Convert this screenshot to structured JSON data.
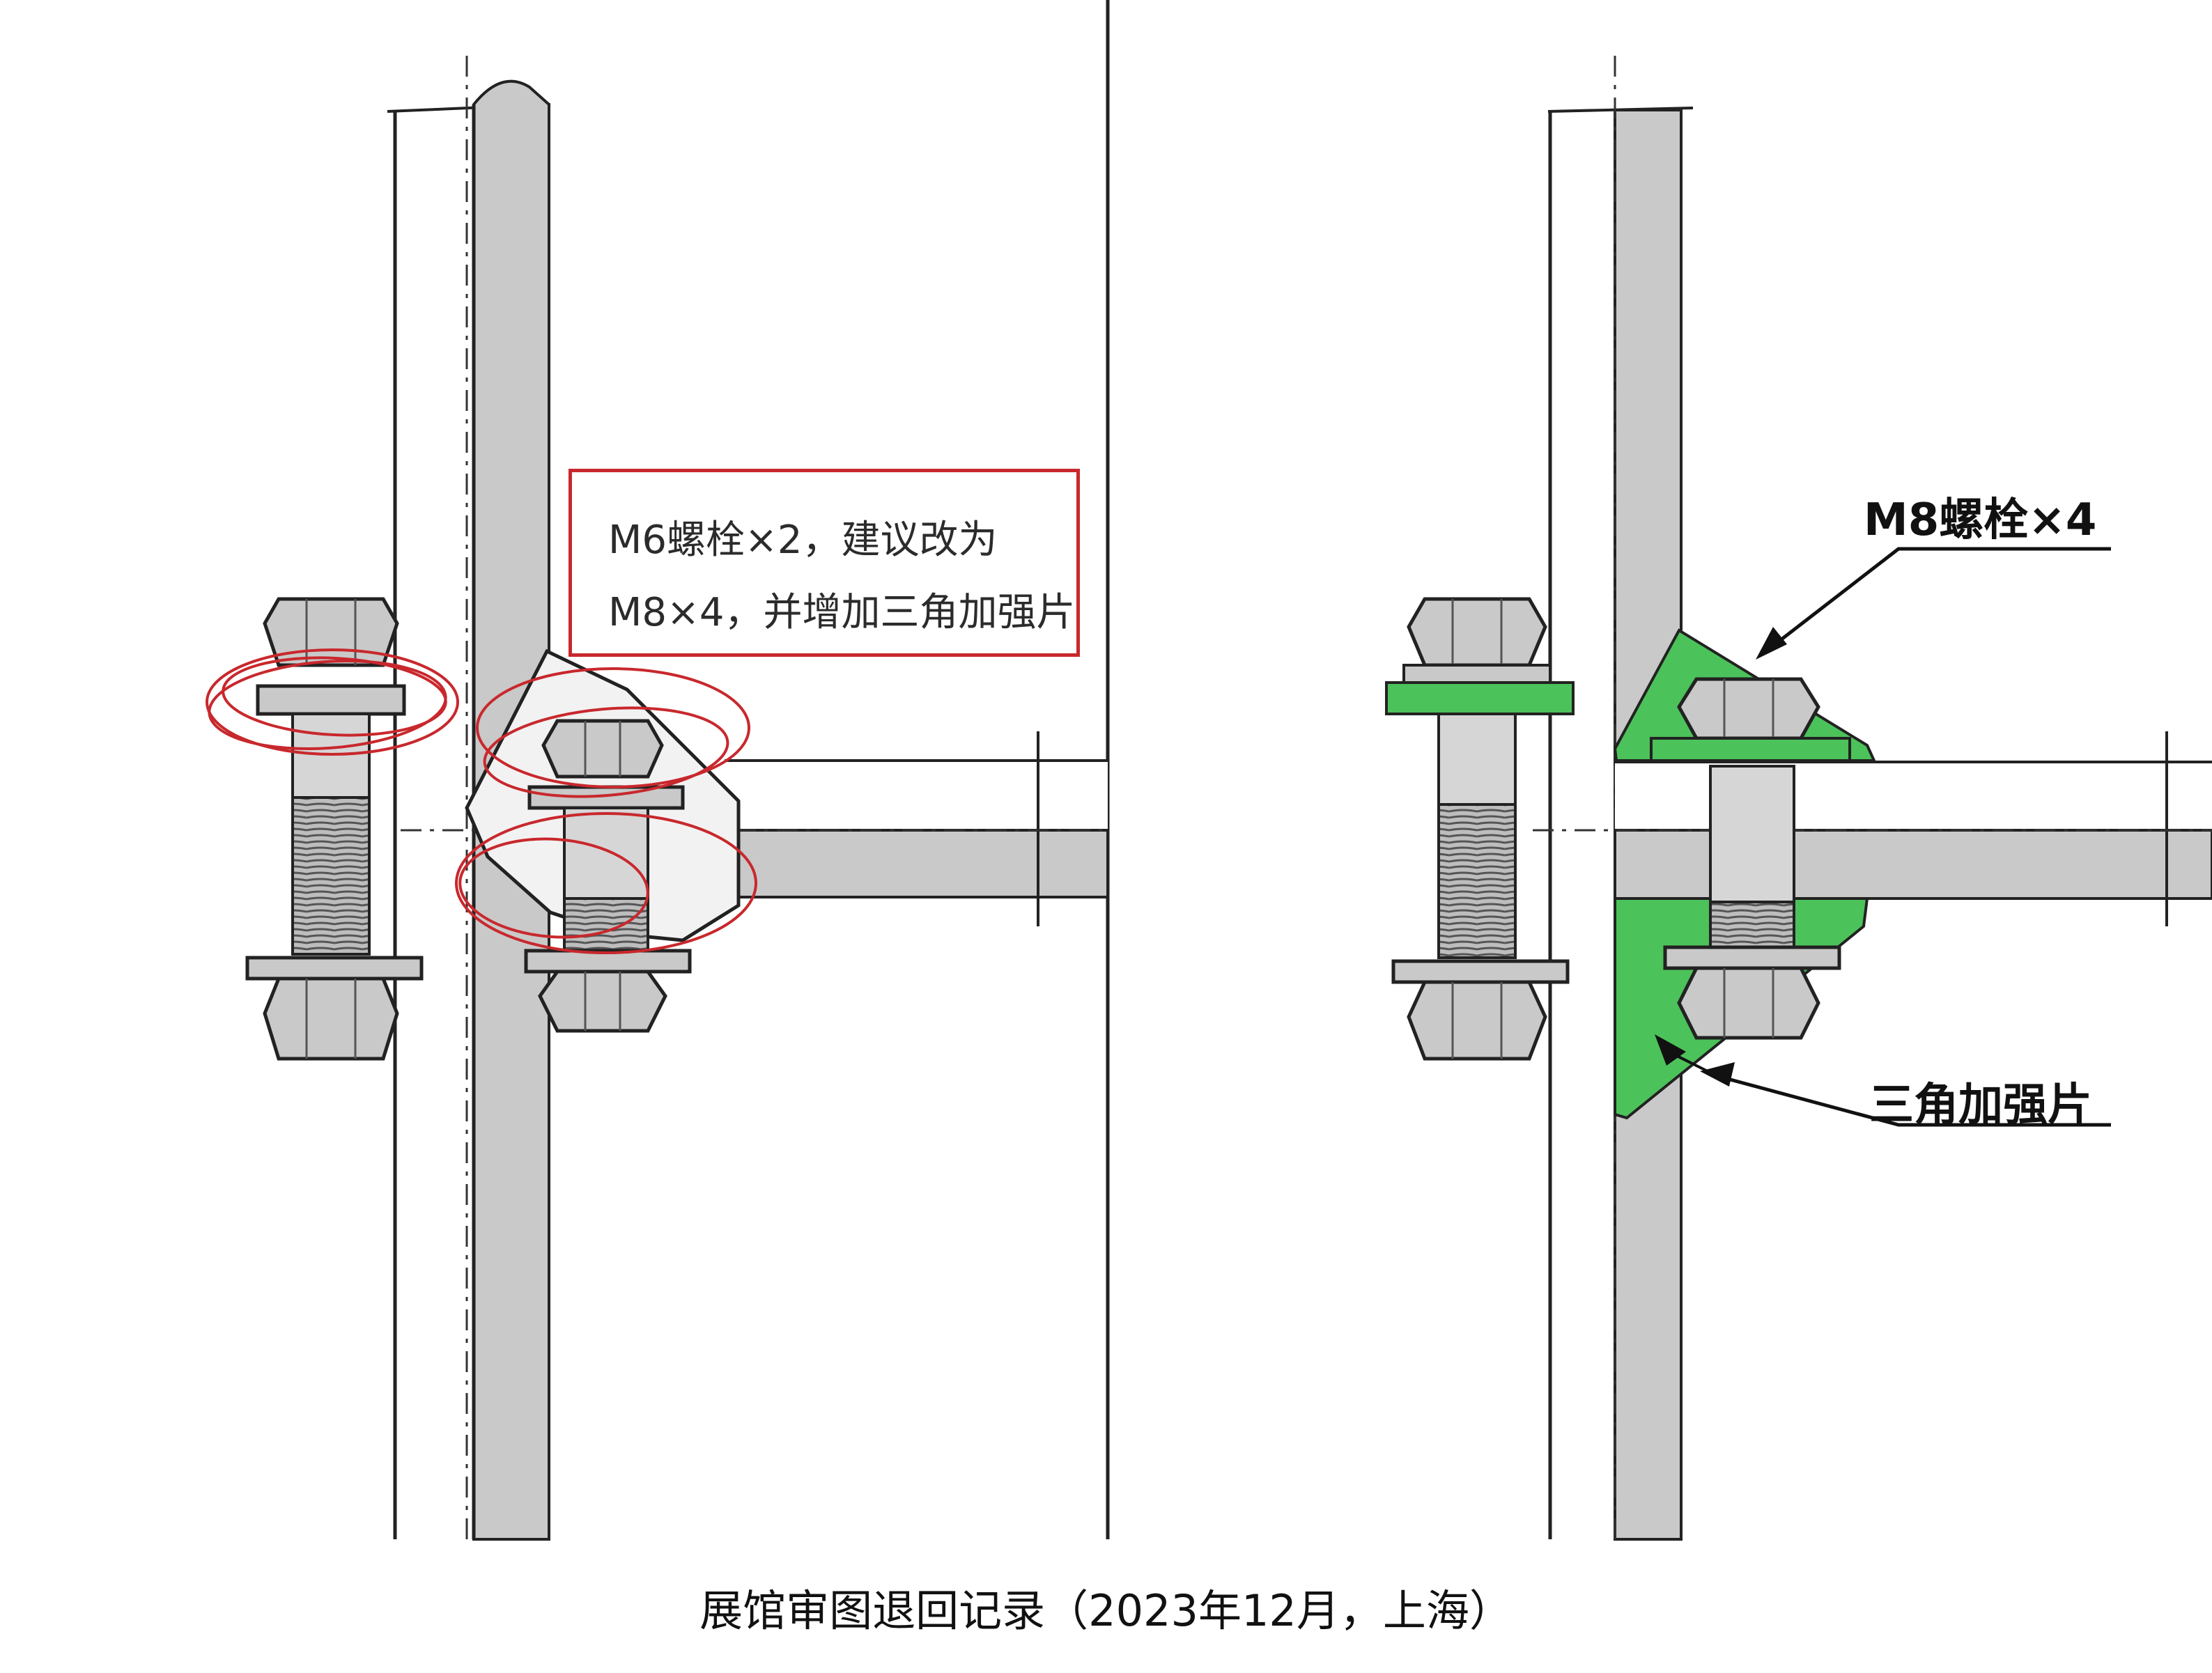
{
  "annotation": {
    "line1": "M6螺栓×2，建议改为",
    "line2": "M8×4，并增加三角加强片"
  },
  "labels": {
    "bolt_spec": "M8螺栓×4",
    "gusset": "三角加强片"
  },
  "caption": "展馆审图退回记录（2023年12月，上海）",
  "colors": {
    "steel": "#c9c9c9",
    "markup_red": "#c8282d",
    "highlight_green": "#4cc25a",
    "line": "#1e1e1e"
  }
}
